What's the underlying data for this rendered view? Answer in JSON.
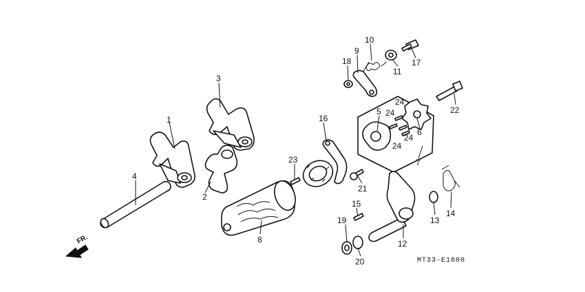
{
  "diagram": {
    "drawing_code": "MT33-E1800",
    "direction_label": "FR.",
    "callouts": [
      {
        "id": "c1",
        "label": "1"
      },
      {
        "id": "c2",
        "label": "2"
      },
      {
        "id": "c3",
        "label": "3"
      },
      {
        "id": "c4",
        "label": "4"
      },
      {
        "id": "c5",
        "label": "5"
      },
      {
        "id": "c6",
        "label": "6"
      },
      {
        "id": "c7",
        "label": "7"
      },
      {
        "id": "c8",
        "label": "8"
      },
      {
        "id": "c9",
        "label": "9"
      },
      {
        "id": "c10",
        "label": "10"
      },
      {
        "id": "c11",
        "label": "11"
      },
      {
        "id": "c12",
        "label": "12"
      },
      {
        "id": "c13",
        "label": "13"
      },
      {
        "id": "c14",
        "label": "14"
      },
      {
        "id": "c15",
        "label": "15"
      },
      {
        "id": "c16",
        "label": "16"
      },
      {
        "id": "c17",
        "label": "17"
      },
      {
        "id": "c18",
        "label": "18"
      },
      {
        "id": "c19",
        "label": "19"
      },
      {
        "id": "c20",
        "label": "20"
      },
      {
        "id": "c21",
        "label": "21"
      },
      {
        "id": "c22",
        "label": "22"
      },
      {
        "id": "c23",
        "label": "23"
      },
      {
        "id": "c24a",
        "label": "24"
      },
      {
        "id": "c24b",
        "label": "24"
      },
      {
        "id": "c24c",
        "label": "24"
      },
      {
        "id": "c24d",
        "label": "24"
      }
    ]
  }
}
